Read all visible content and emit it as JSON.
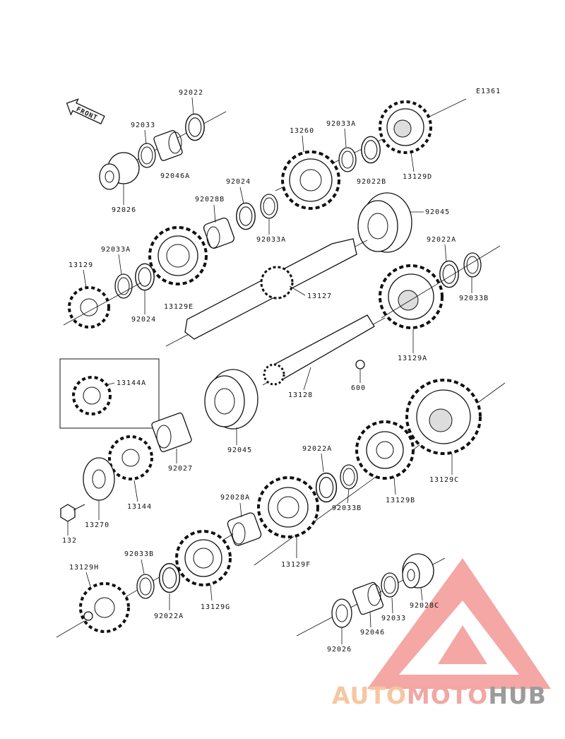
{
  "diagram_code": "E1361",
  "front_arrow_label": "FRONT",
  "watermark": {
    "part1": "AUTO",
    "part2": "MOTO",
    "part3": "HUB",
    "color_red": "#f08a85",
    "color_orange": "#f5b98f",
    "color_gray": "#8e8e8e"
  },
  "labels": {
    "l_92022_top": "92022",
    "l_92033_top": "92033",
    "l_92046a": "92046A",
    "l_92026_top": "92026",
    "l_13260": "13260",
    "l_92033a_top": "92033A",
    "l_13129d": "13129D",
    "l_92022b": "92022B",
    "l_92024_mid": "92024",
    "l_92028b": "92028B",
    "l_92033a_mid": "92033A",
    "l_92045_top": "92045",
    "l_92033a_left": "92033A",
    "l_13129": "13129",
    "l_13129e": "13129E",
    "l_92024_left": "92024",
    "l_13127": "13127",
    "l_92022a_right": "92022A",
    "l_92033b_right": "92033B",
    "l_13129a": "13129A",
    "l_13144a": "13144A",
    "l_13128": "13128",
    "l_600": "600",
    "l_92045_low": "92045",
    "l_92027": "92027",
    "l_13144": "13144",
    "l_13270": "13270",
    "l_132": "132",
    "l_92022a_mid": "92022A",
    "l_92033b_mid": "92033B",
    "l_13129b": "13129B",
    "l_13129c": "13129C",
    "l_92028a": "92028A",
    "l_13129f": "13129F",
    "l_92033b_low": "92033B",
    "l_13129h": "13129H",
    "l_92022a_low": "92022A",
    "l_13129g": "13129G",
    "l_92026_low": "92026",
    "l_92046": "92046",
    "l_92033_low": "92033",
    "l_92028c": "92028C"
  }
}
